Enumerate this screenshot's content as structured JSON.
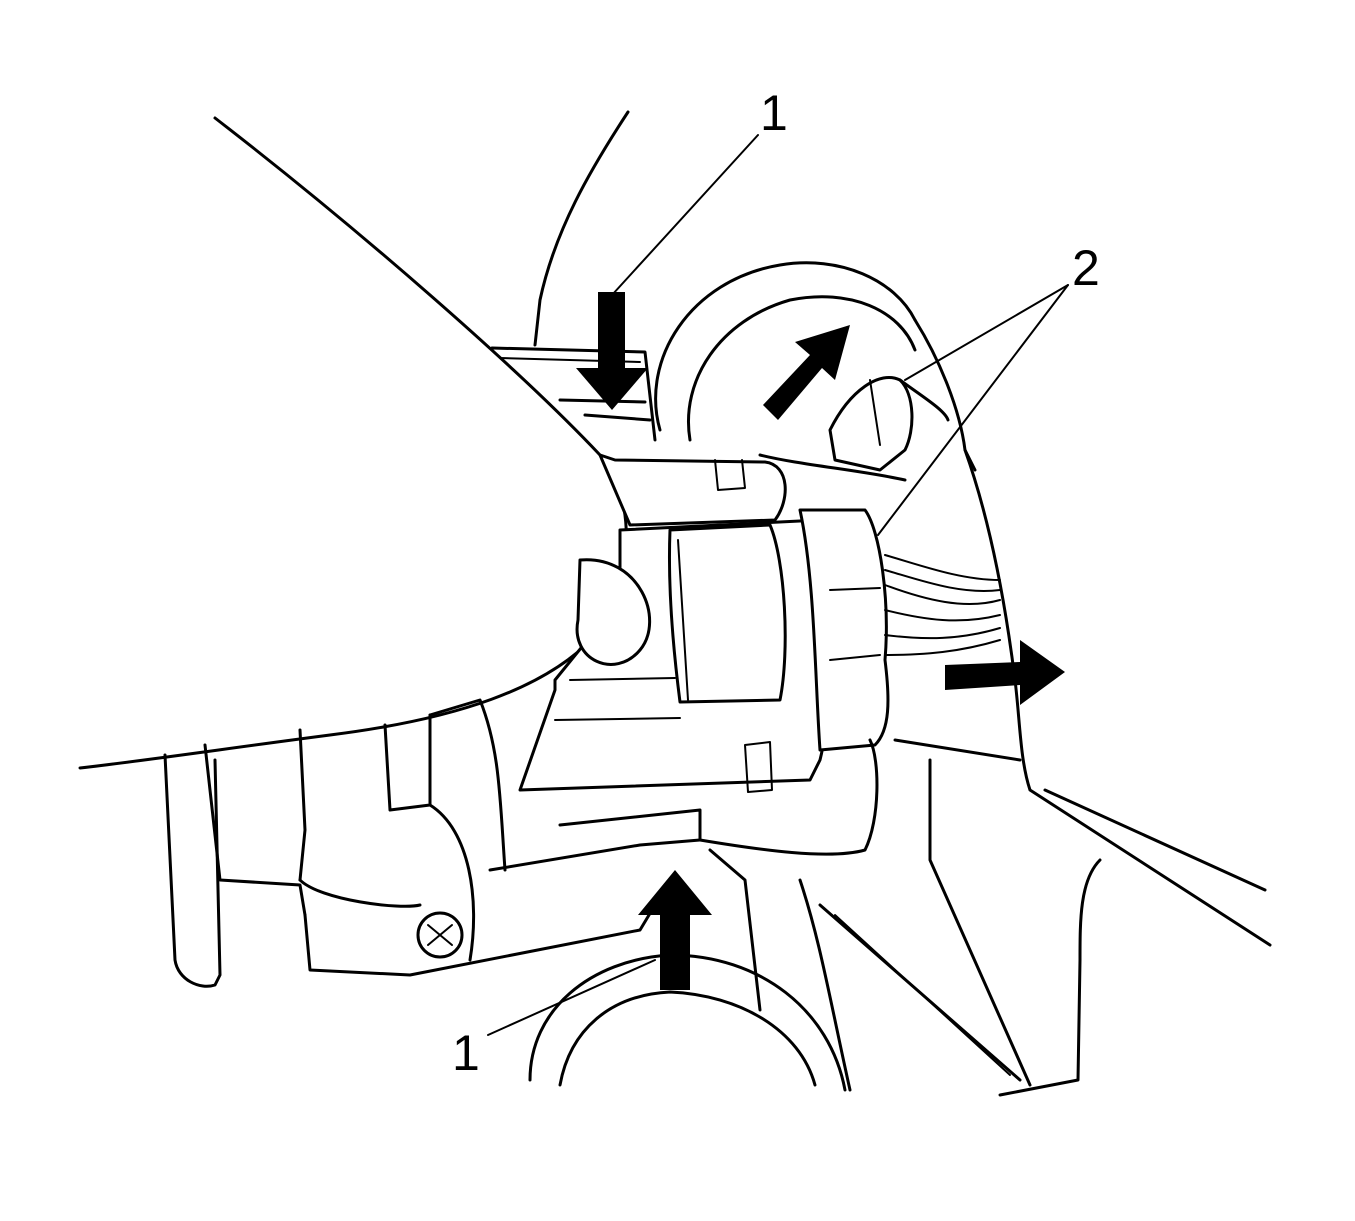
{
  "callouts": {
    "top_release_tab": "1",
    "bottom_release_tab": "1",
    "wire_tie": "2"
  },
  "colors": {
    "line": "#000000",
    "background": "#ffffff"
  }
}
